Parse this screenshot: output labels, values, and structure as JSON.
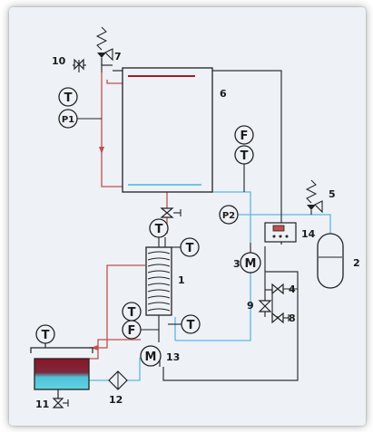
{
  "instruments": {
    "t_top": "T",
    "p1": "P1",
    "f_right": "F",
    "t_right": "T",
    "p2": "P2",
    "t_hx_top_left": "T",
    "t_hx_top_right": "T",
    "t_hx_bot_left": "T",
    "f_hx": "F",
    "t_hx_bot_right": "T",
    "t_tank": "T",
    "pump3": "M",
    "pump13": "M"
  },
  "component_labels": {
    "n1": "1",
    "n2": "2",
    "n3": "3",
    "n4": "4",
    "n5": "5",
    "n6": "6",
    "n7": "7",
    "n8": "8",
    "n9": "9",
    "n10": "10",
    "n11": "11",
    "n12": "12",
    "n13": "13",
    "n14": "14"
  },
  "colors": {
    "hot_line": "#c0504d",
    "cold_line": "#5bb8e0",
    "black_line": "#333333",
    "tank_hot": "#9e1b2a",
    "tank_cold": "#4fc3d6"
  }
}
